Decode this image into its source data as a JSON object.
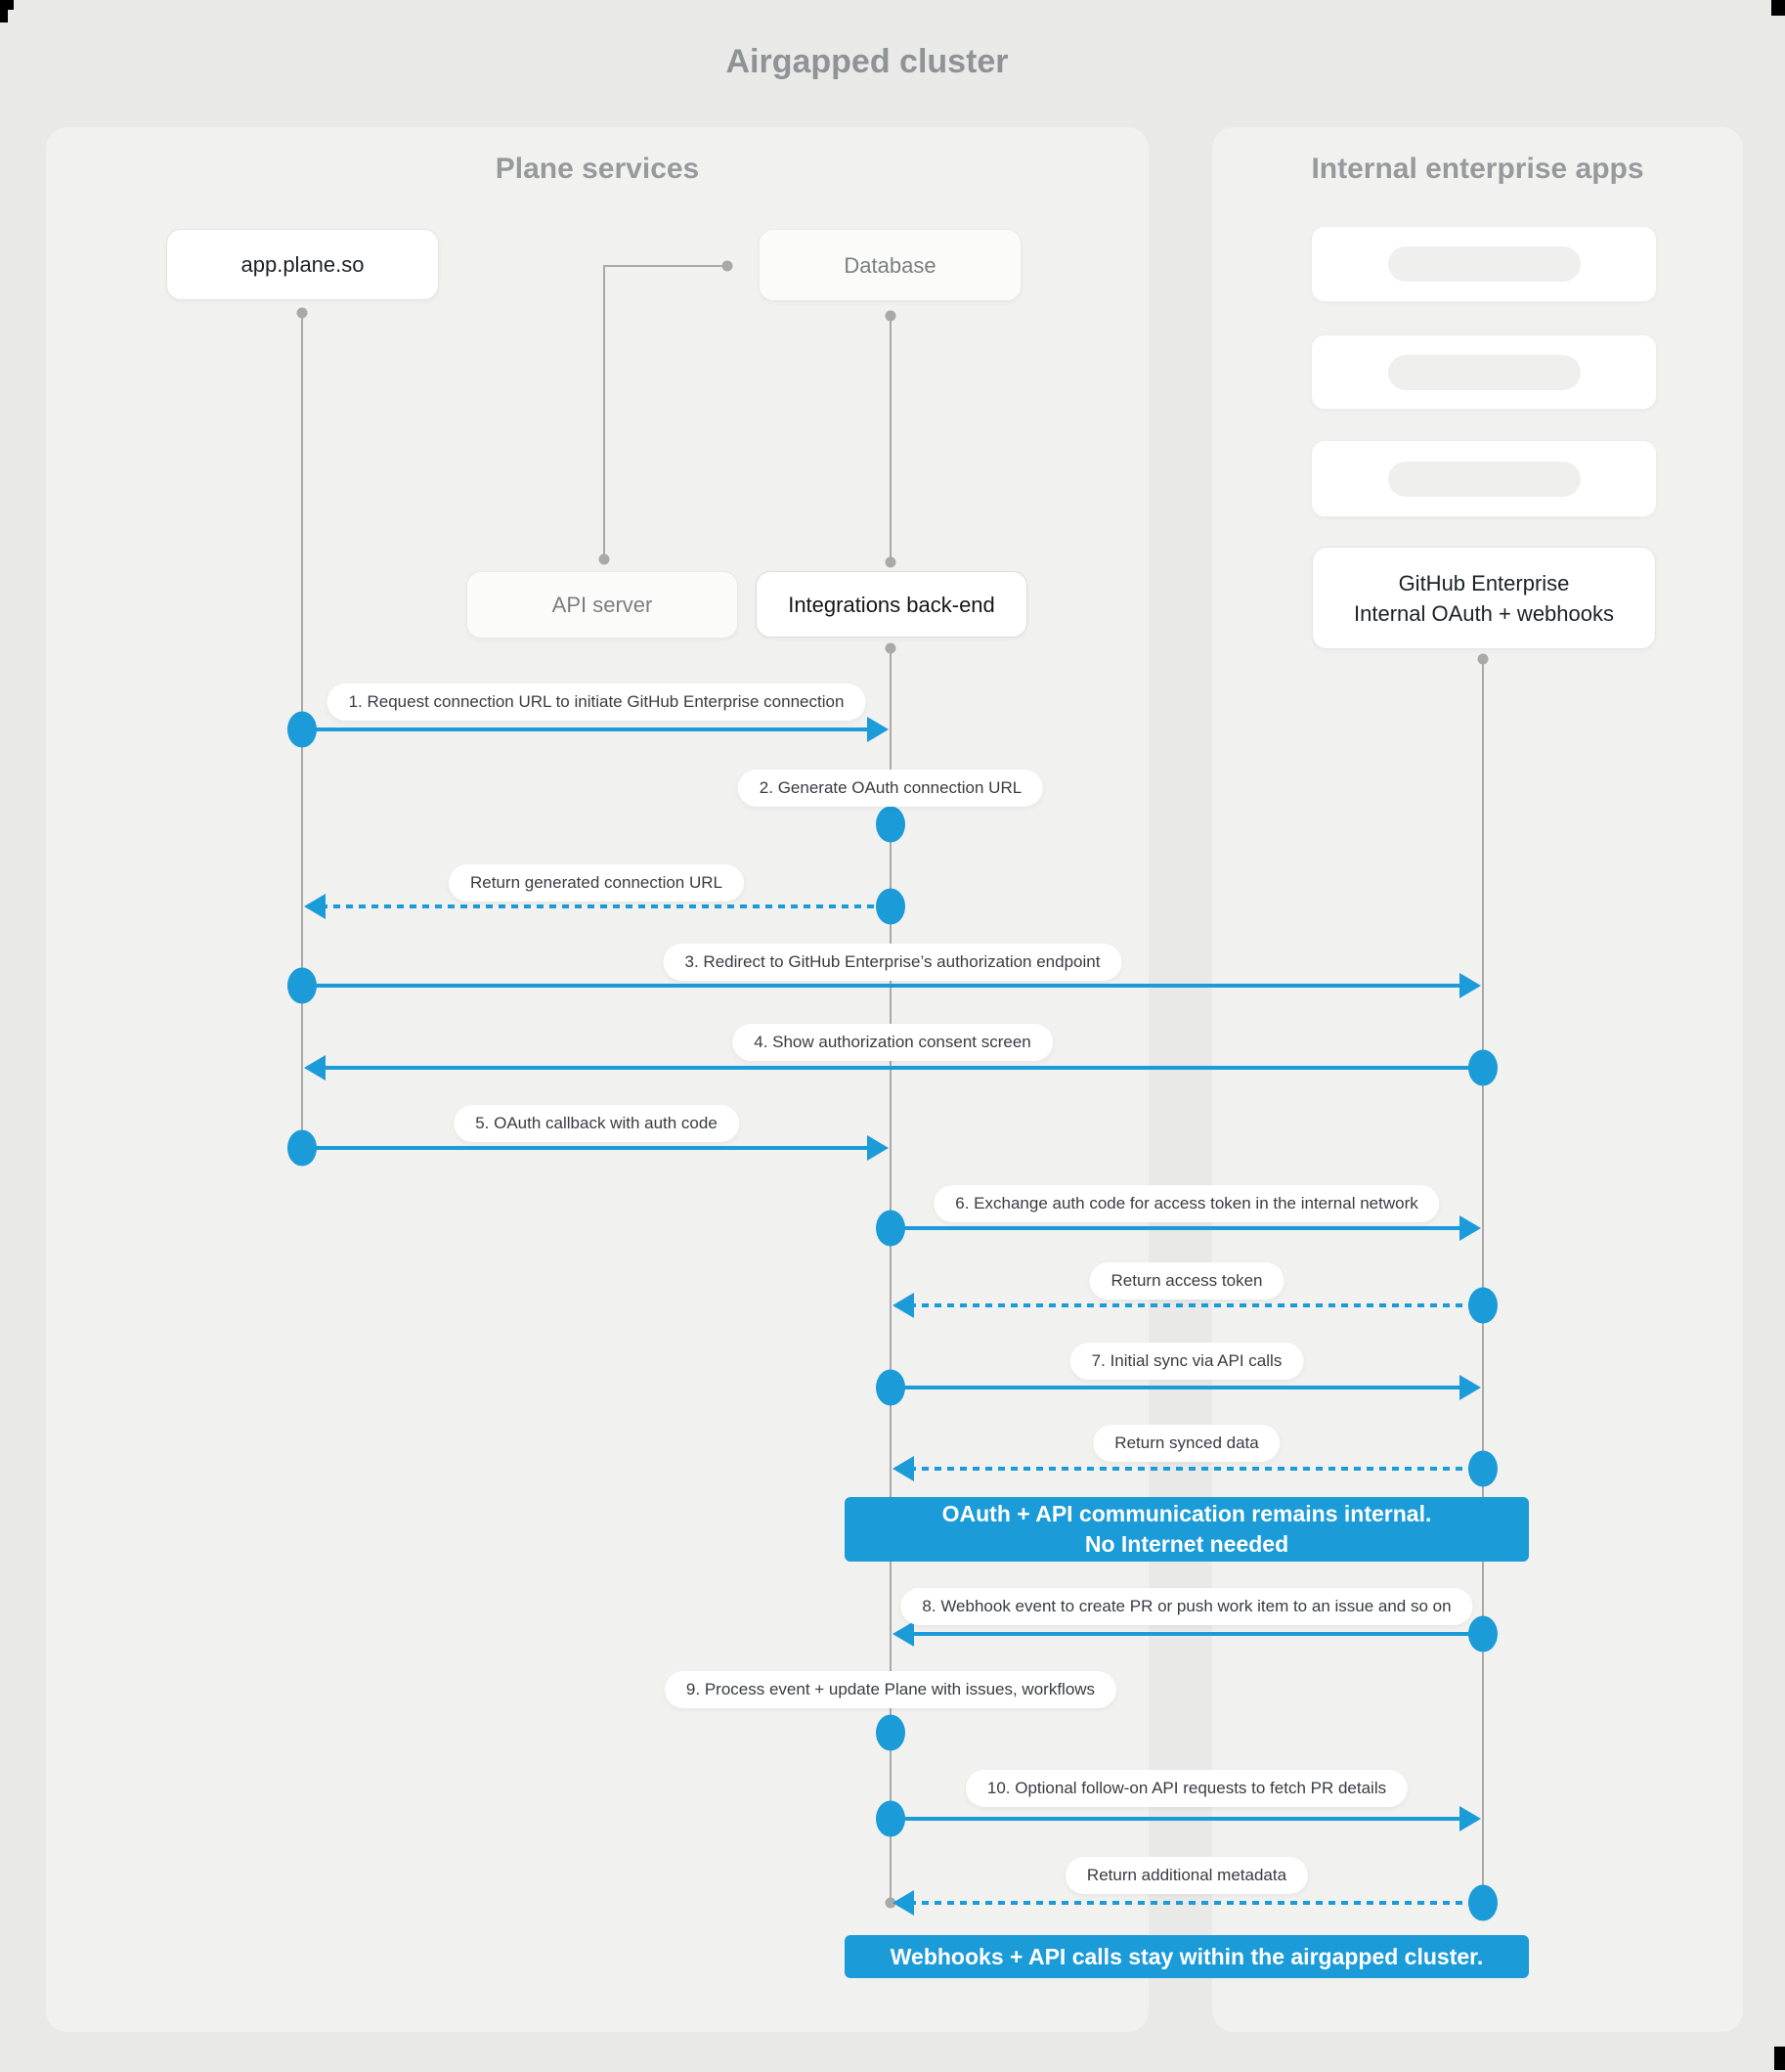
{
  "title": "Airgapped cluster",
  "panels": {
    "plane": {
      "heading": "Plane services"
    },
    "internal": {
      "heading": "Internal enterprise apps"
    }
  },
  "nodes": {
    "app": {
      "label": "app.plane.so"
    },
    "database": {
      "label": "Database"
    },
    "api_server": {
      "label": "API server"
    },
    "integrations": {
      "label": "Integrations back-end"
    },
    "github": {
      "line1": "GitHub Enterprise",
      "line2": "Internal OAuth + webhooks"
    }
  },
  "messages": [
    {
      "label": "1. Request connection URL to initiate GitHub Enterprise connection",
      "style": "solid",
      "from": "app.plane.so",
      "to": "Integrations back-end"
    },
    {
      "label": "2. Generate OAuth connection URL",
      "style": "self",
      "from": "Integrations back-end",
      "to": "Integrations back-end"
    },
    {
      "label": "Return generated connection URL",
      "style": "dashed",
      "from": "Integrations back-end",
      "to": "app.plane.so"
    },
    {
      "label": "3. Redirect to GitHub Enterprise’s authorization endpoint",
      "style": "solid",
      "from": "app.plane.so",
      "to": "GitHub Enterprise"
    },
    {
      "label": "4. Show authorization consent screen",
      "style": "solid",
      "from": "GitHub Enterprise",
      "to": "app.plane.so"
    },
    {
      "label": "5. OAuth callback with auth code",
      "style": "solid",
      "from": "app.plane.so",
      "to": "Integrations back-end"
    },
    {
      "label": "6. Exchange auth code for access token in the internal network",
      "style": "solid",
      "from": "Integrations back-end",
      "to": "GitHub Enterprise"
    },
    {
      "label": "Return access token",
      "style": "dashed",
      "from": "GitHub Enterprise",
      "to": "Integrations back-end"
    },
    {
      "label": "7. Initial sync via API calls",
      "style": "solid",
      "from": "Integrations back-end",
      "to": "GitHub Enterprise"
    },
    {
      "label": "Return synced data",
      "style": "dashed",
      "from": "GitHub Enterprise",
      "to": "Integrations back-end"
    },
    {
      "label": "8. Webhook event to create PR  or push work item to an issue  and so on",
      "style": "solid",
      "from": "GitHub Enterprise",
      "to": "Integrations back-end"
    },
    {
      "label": "9. Process event + update Plane with issues, workflows",
      "style": "self",
      "from": "Integrations back-end",
      "to": "Integrations back-end"
    },
    {
      "label": "10. Optional follow-on API requests to fetch PR details",
      "style": "solid",
      "from": "Integrations back-end",
      "to": "GitHub Enterprise"
    },
    {
      "label": "Return additional metadata",
      "style": "dashed",
      "from": "GitHub Enterprise",
      "to": "Integrations back-end"
    }
  ],
  "banners": {
    "internal_note_line1": "OAuth + API communication remains internal.",
    "internal_note_line2": "No Internet needed",
    "airgapped_note": "Webhooks + API calls stay within the airgapped cluster."
  },
  "colors": {
    "accent_blue": "#1b9bd8",
    "page_background": "#e9e9e8",
    "panel_background": "#f1f1ef",
    "lifeline_gray": "#a9a9a9"
  }
}
